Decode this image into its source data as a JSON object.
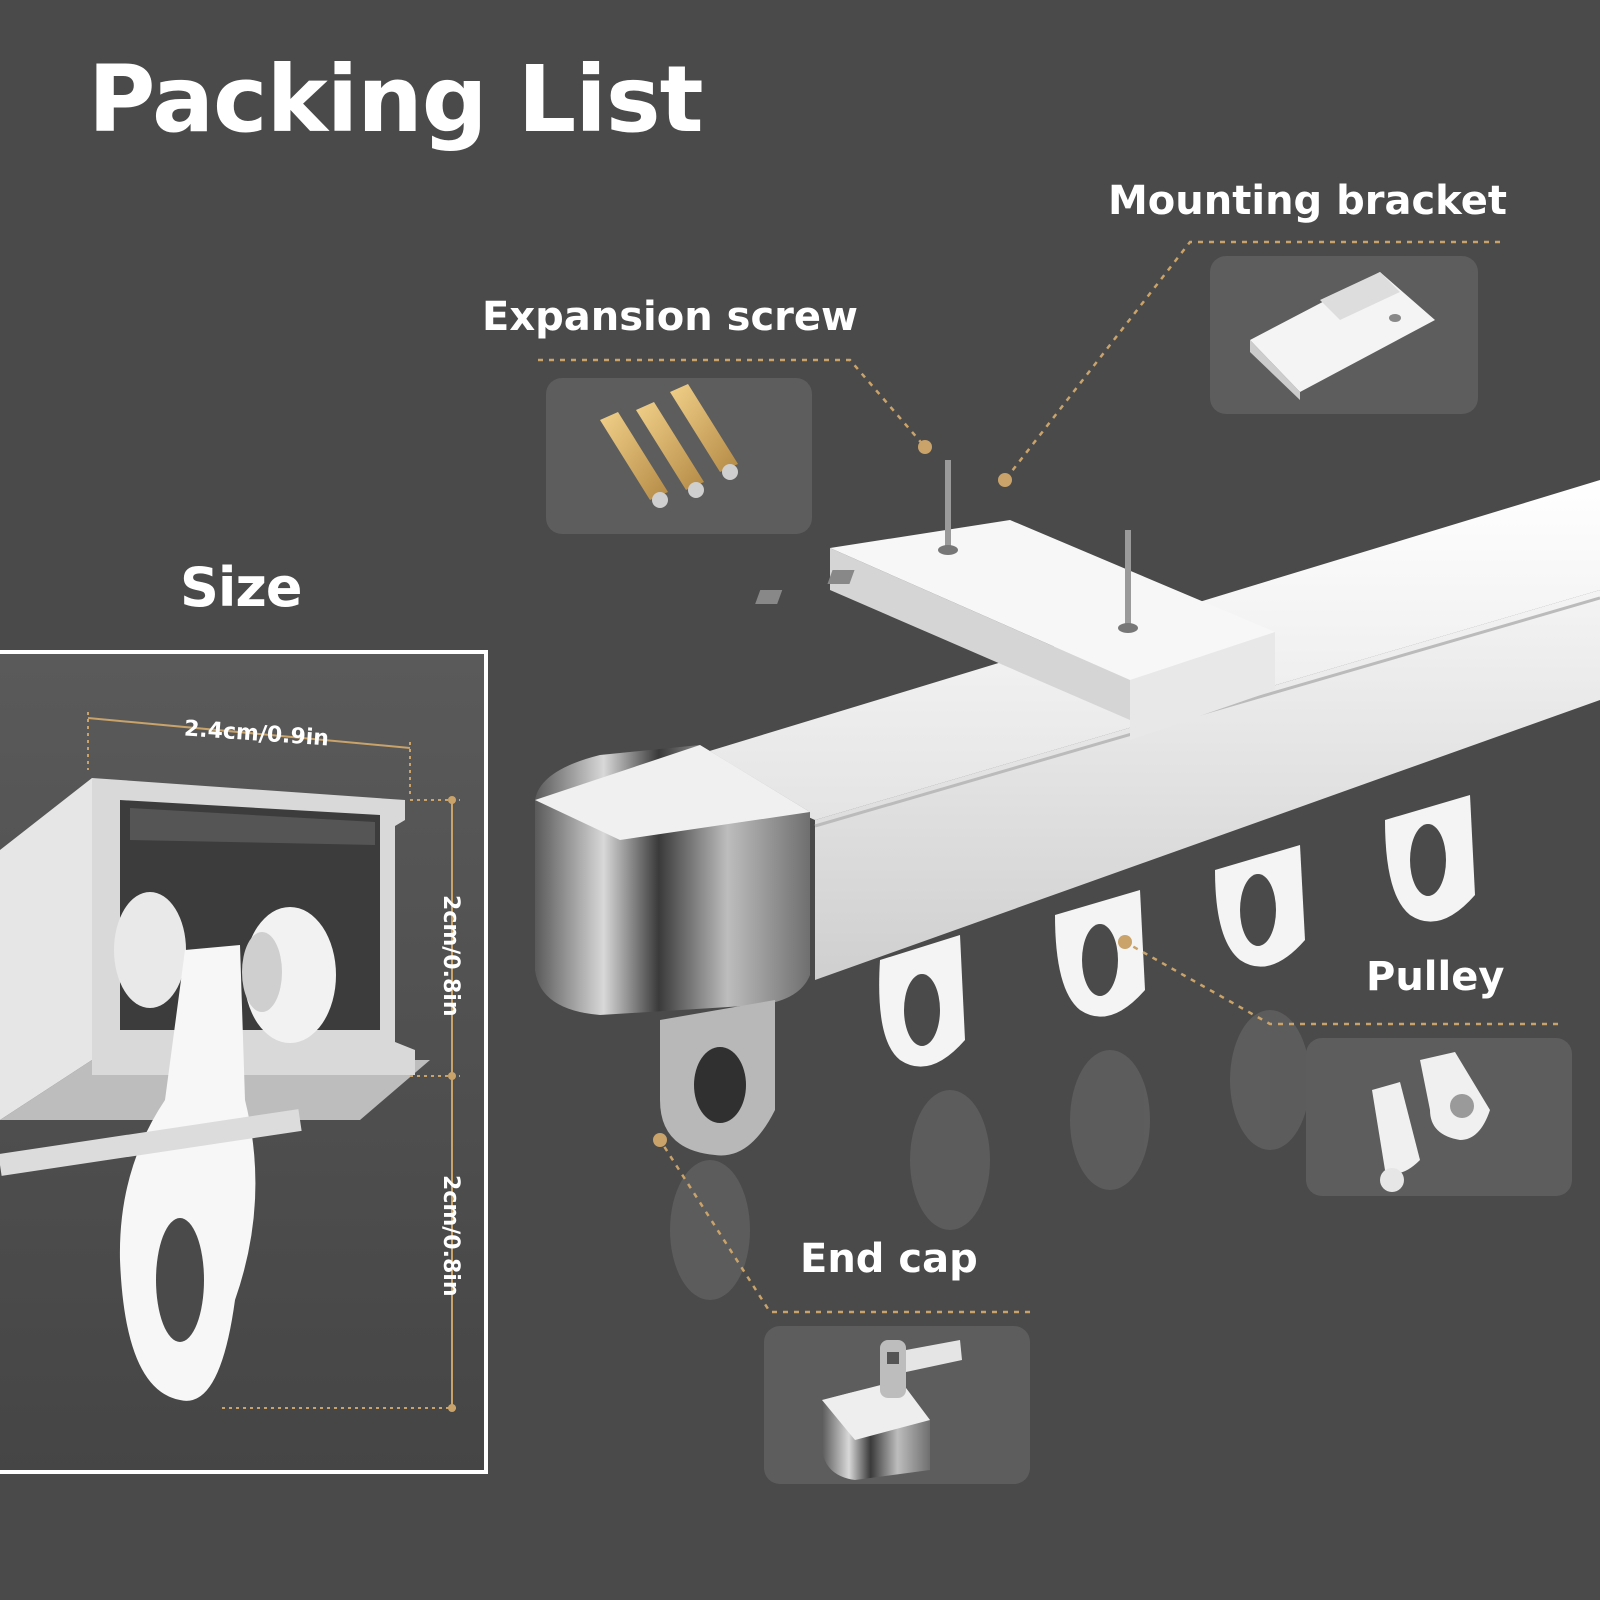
{
  "page": {
    "title": "Packing List",
    "size_title": "Size"
  },
  "size_panel": {
    "width_label": "2.4cm/0.9in",
    "upper_height_label": "2cm/0.8in",
    "lower_height_label": "2cm/0.8in"
  },
  "parts": {
    "mounting_bracket": "Mounting bracket",
    "expansion_screw": "Expansion screw",
    "pulley": "Pulley",
    "end_cap": "End cap"
  },
  "colors": {
    "background": "#4a4a4a",
    "callout_line": "#c9a36a",
    "thumbnail_bg": "#5d5d5d",
    "rail": "#f2f2f2",
    "chrome": "#8f8f8f",
    "anchor_gold": "#d8b46a"
  }
}
